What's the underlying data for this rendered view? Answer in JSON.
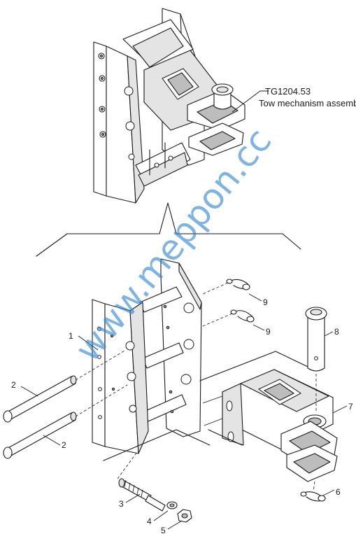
{
  "callout": {
    "part_number": "TG1204.53",
    "description": "Tow mechanism assembly"
  },
  "parts": [
    "1",
    "2",
    "2",
    "3",
    "4",
    "5",
    "6",
    "7",
    "8",
    "9",
    "9"
  ],
  "watermark": "www.meppon.cc",
  "colors": {
    "line": "#1a1a1a",
    "watermark": "#2f86d4",
    "shade_light": "#e4e4e4",
    "shade_mid": "#bdbdbd",
    "shade_dark": "#8c8c8c"
  }
}
